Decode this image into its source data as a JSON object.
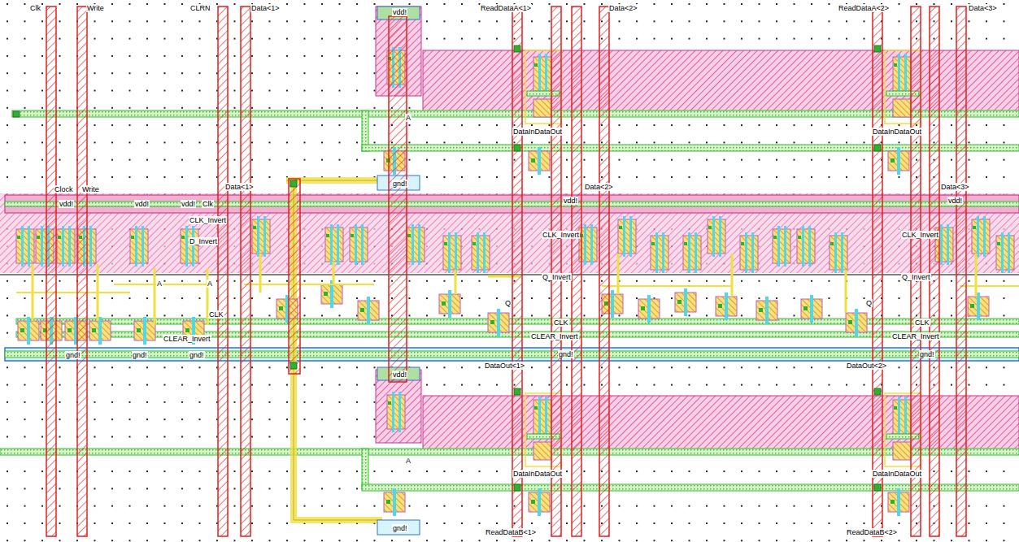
{
  "diagram": {
    "labels": [
      "Clk",
      "Write",
      "CLRN",
      "Data<1>",
      "vdd!",
      "ReadDataA<1>",
      "Data<2>",
      "ReadDataA<2>",
      "Data<3>",
      "A",
      "DataInDataOut",
      "DataInDataOut",
      "gnd!",
      "Clock",
      "Write",
      "Data<1>",
      "Data<2>",
      "Data<3>",
      "vdd!",
      "vdd!",
      "vdd!",
      "Clk",
      "vdd!",
      "vdd!",
      "CLK_Invert",
      "CLK_Invert",
      "CLK_Invert",
      "D_Invert",
      "A",
      "A",
      "Q_Invert",
      "Q_Invert",
      "Q",
      "Q",
      "CLK",
      "CLK",
      "CLK",
      "CLEAR_Invert",
      "CLEAR_Invert",
      "CLEAR_Invert",
      "gnd!",
      "gnd!",
      "gnd!",
      "gnd!",
      "gnd!",
      "DataOut<1>",
      "DataOut<2>",
      "vdd!",
      "A",
      "DataInDataOut",
      "DataInDataOut",
      "gnd!",
      "ReadDataB<1>",
      "ReadDataB<2>"
    ]
  }
}
